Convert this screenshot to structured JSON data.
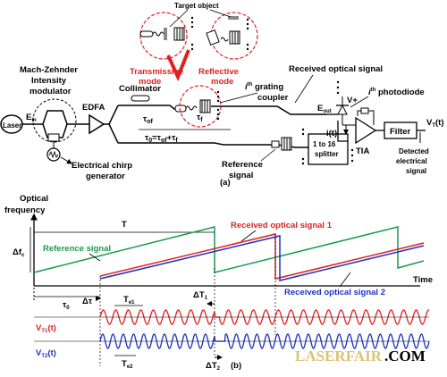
{
  "part_a": {
    "laser": "Laser",
    "e_in": "E",
    "e_in_sub": "in",
    "mzm_line1": "Mach-Zehnder",
    "mzm_line2": "Intensity",
    "mzm_line3": "modulator",
    "edfa": "EDFA",
    "chirp_line1": "Electrical chirp",
    "chirp_line2": "generator",
    "collimator": "Collimator",
    "tau_of": "τ",
    "tau_of_sub": "of",
    "tau_f": "τ",
    "tau_f_sub": "f",
    "tau_eq": "τ",
    "tau_eq_sub0": "0",
    "tau_eq_mid": "=τ",
    "tau_eq_sub1": "of",
    "tau_eq_plus": "+τ",
    "tau_eq_sub2": "f",
    "target_object": "Target object",
    "transmissive_line1": "Transmissive",
    "transmissive_line2": "mode",
    "reflective_line1": "Reflective",
    "reflective_line2": "mode",
    "received_optical": "Received optical signal",
    "grating_i": "i",
    "grating_sup": "th",
    "grating_rest": " grating",
    "grating_line2": "coupler",
    "e_out": "E",
    "e_out_sub": "out",
    "v_plus": "V+",
    "photodiode_i": "i",
    "photodiode_sup": "th",
    "photodiode_rest": " photodiode",
    "i_t": "i(t)",
    "splitter_line1": "1 to 16",
    "splitter_line2": "splitter",
    "reference_line1": "Reference",
    "reference_line2": "signal",
    "tia": "TIA",
    "filter": "Filter",
    "vt": "V",
    "vt_sub": "T",
    "vt_rest": "(t)",
    "detected_line1": "Detected",
    "detected_line2": "electrical",
    "detected_line3": "signal",
    "caption": "(a)"
  },
  "part_b": {
    "yaxis_line1": "Optical",
    "yaxis_line2": "frequency",
    "period_T": "T",
    "delta_f": "Δf",
    "delta_f_sub": "c",
    "reference_signal": "Reference signal",
    "received_1": "Received optical signal 1",
    "received_2": "Received optical signal 2",
    "time": "Time",
    "tau0": "τ",
    "tau0_sub": "0",
    "delta_tau": "Δτ",
    "te1": "T",
    "te1_sub": "e1",
    "dT1": "ΔT",
    "dT1_sub": "1",
    "te2": "T",
    "te2_sub": "e2",
    "dT2": "ΔT",
    "dT2_sub": "2",
    "vt1": "V",
    "vt1_sub": "T1",
    "vt1_rest": "(t)",
    "vt2": "V",
    "vt2_sub": "T2",
    "vt2_rest": "(t)",
    "caption": "(b)"
  },
  "watermark": {
    "main": "LASERFAIR",
    "suffix": ".COM"
  },
  "colors": {
    "reference": "#1a9a4a",
    "signal1": "#e02020",
    "signal2": "#2030c0",
    "dashed_highlight": "#e02020",
    "watermark": "#d8b85a"
  }
}
